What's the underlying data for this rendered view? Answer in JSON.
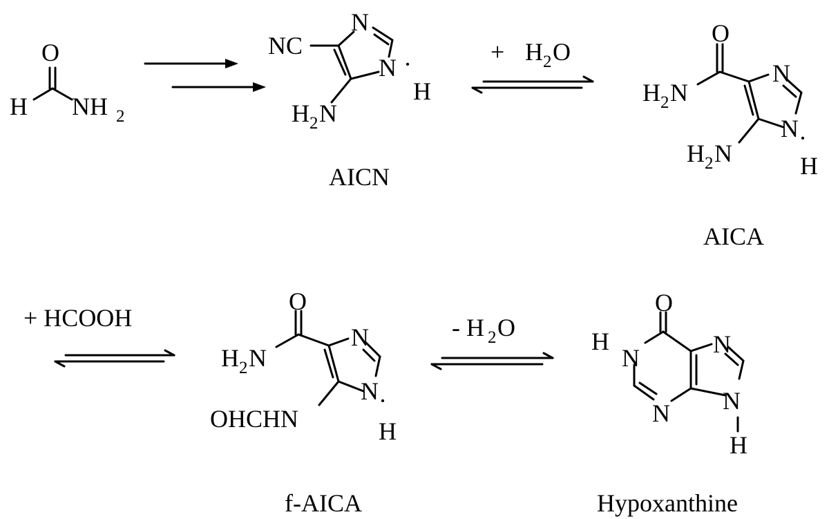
{
  "molecules": {
    "formamide": {
      "atoms": {
        "o": "O",
        "h": "H",
        "n": "NH",
        "n_sub": "2"
      }
    },
    "aicn": {
      "name": "AICN",
      "atoms": {
        "nc": "NC",
        "n3": "N",
        "n1": "N",
        "h1": "H",
        "nh2_n": "H",
        "nh2_sub": "2",
        "nh2_tail": "N"
      }
    },
    "aica": {
      "name": "AICA",
      "atoms": {
        "o": "O",
        "amide_h": "H",
        "amide_sub": "2",
        "amide_n": "N",
        "n3": "N",
        "n1": "N",
        "h1": "H",
        "nh2_h": "H",
        "nh2_sub": "2",
        "nh2_n": "N"
      }
    },
    "f_aica": {
      "name": "f-AICA",
      "atoms": {
        "o": "O",
        "amide_h": "H",
        "amide_sub": "2",
        "amide_n": "N",
        "n3": "N",
        "n1": "N",
        "h1": "H",
        "ohchn": "OHCHN"
      }
    },
    "hypoxanthine": {
      "name": "Hypoxanthine",
      "atoms": {
        "o": "O",
        "h1": "H",
        "n1": "N",
        "n3": "N",
        "n7": "N",
        "n9": "N",
        "h9": "H"
      }
    }
  },
  "reagents": {
    "step2_plus": "+",
    "step2_h": "H",
    "step2_sub": "2",
    "step2_o": "O",
    "step3_label": "+  HCOOH",
    "step4_prefix": "- H",
    "step4_sub": "2",
    "step4_o": "O"
  }
}
